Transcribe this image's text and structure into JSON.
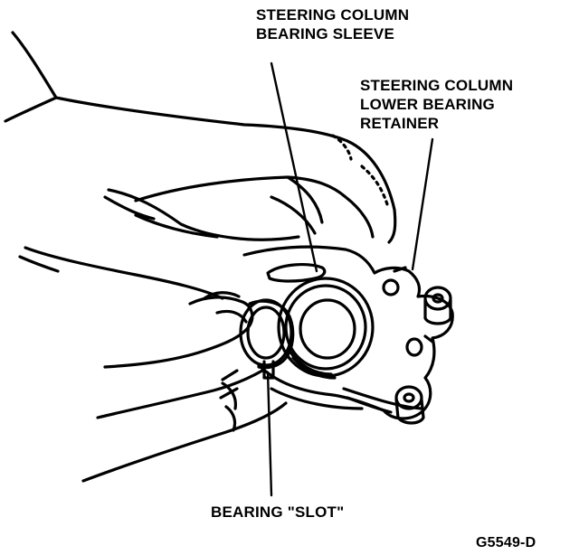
{
  "labels": {
    "sleeve": [
      "STEERING COLUMN",
      "BEARING SLEEVE"
    ],
    "retainer": [
      "STEERING COLUMN",
      "LOWER BEARING",
      "RETAINER"
    ],
    "slot": "BEARING \"SLOT\"",
    "figure_id": "G5549-D"
  },
  "colors": {
    "ink": "#000000",
    "paper": "#ffffff"
  }
}
